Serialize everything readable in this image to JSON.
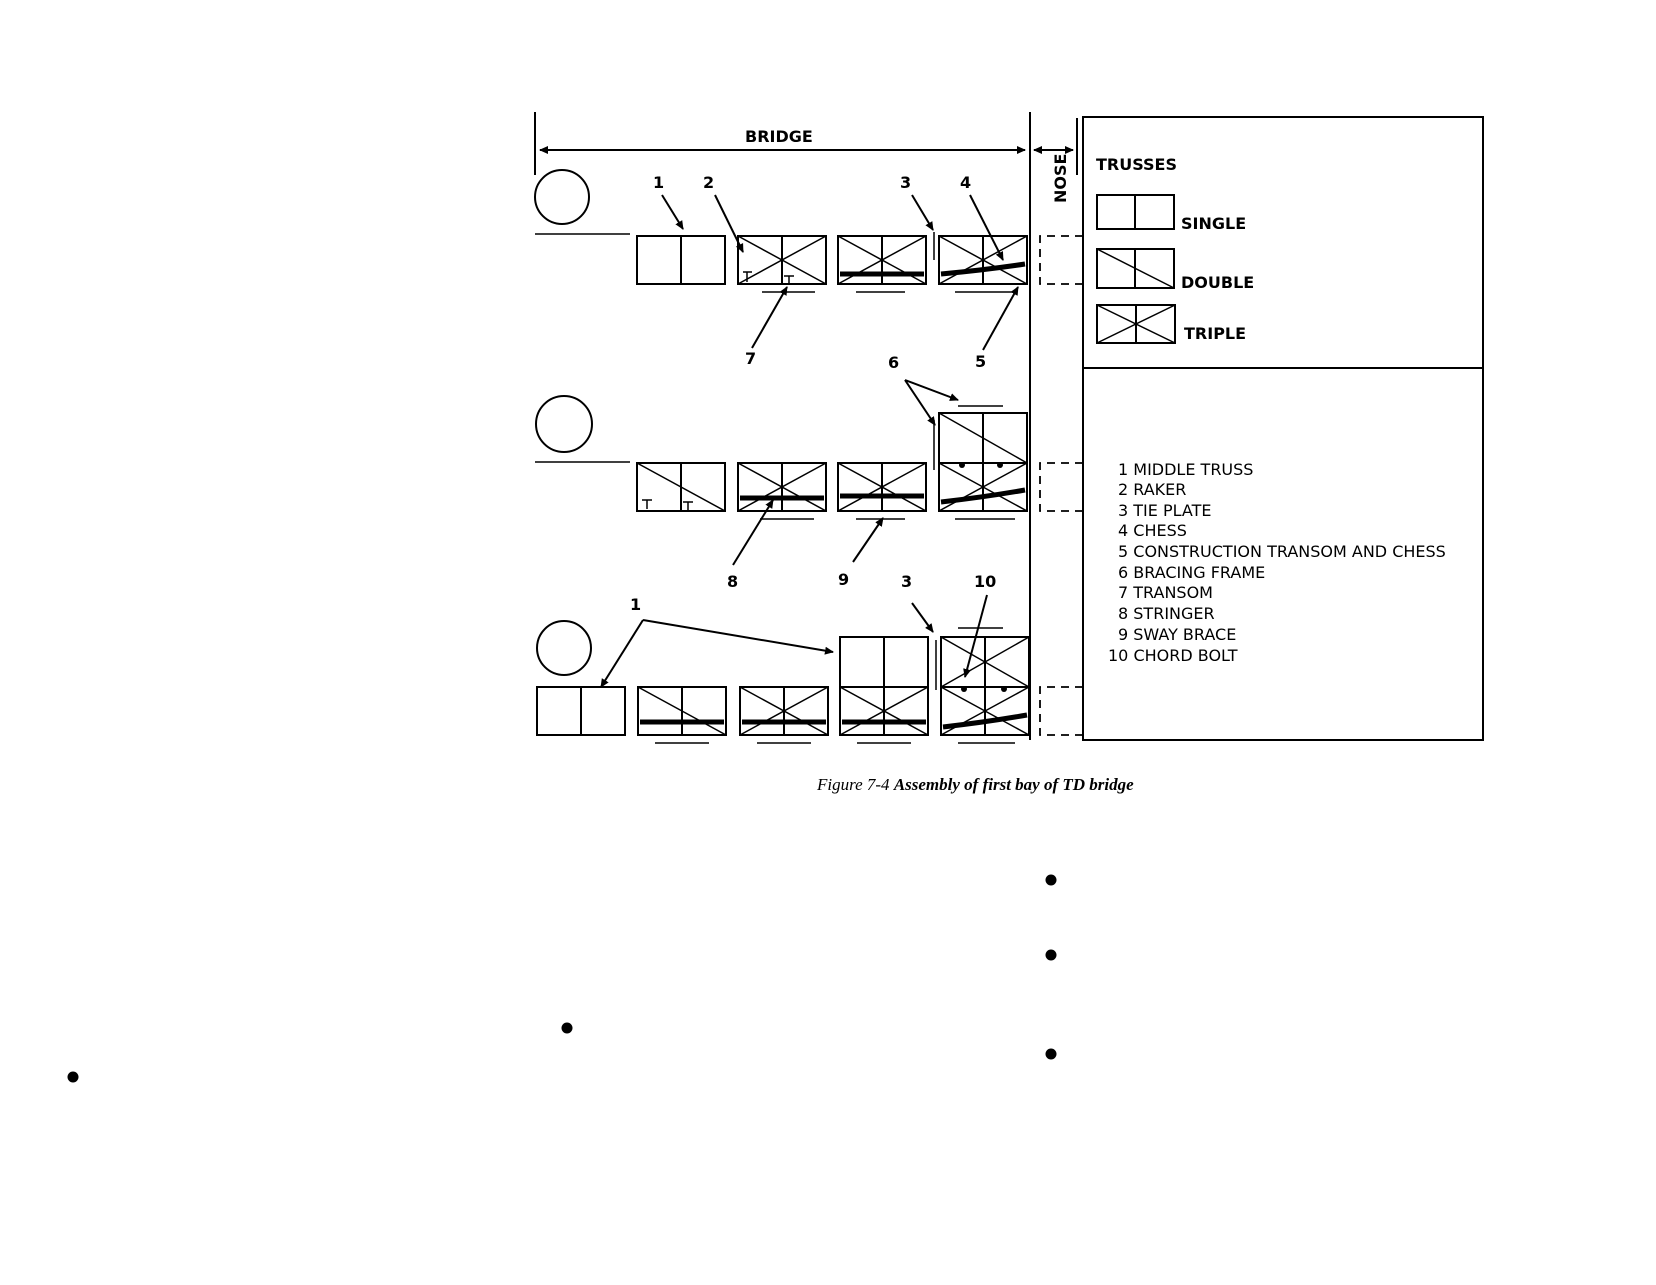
{
  "header": {
    "bridge_label": "BRIDGE",
    "nose_label": "NOSE"
  },
  "legend": {
    "title": "TRUSSES",
    "single": "SINGLE",
    "double": "DOUBLE",
    "triple": "TRIPLE"
  },
  "callouts": {
    "c1": "1",
    "c2": "2",
    "c3": "3",
    "c4": "4",
    "c5": "5",
    "c6": "6",
    "c7": "7",
    "c8": "8",
    "c9": "9",
    "c10": "10",
    "c3b": "3",
    "c1b": "1"
  },
  "key": {
    "items": [
      "1 MIDDLE TRUSS",
      "2 RAKER",
      "3 TIE PLATE",
      "4 CHESS",
      "5 CONSTRUCTION TRANSOM AND CHESS",
      "6 BRACING FRAME",
      "7 TRANSOM",
      "8 STRINGER",
      "9 SWAY BRACE",
      "10 CHORD BOLT"
    ]
  },
  "caption": {
    "prefix": "Figure 7-4 ",
    "title": "Assembly of first bay of TD bridge"
  }
}
